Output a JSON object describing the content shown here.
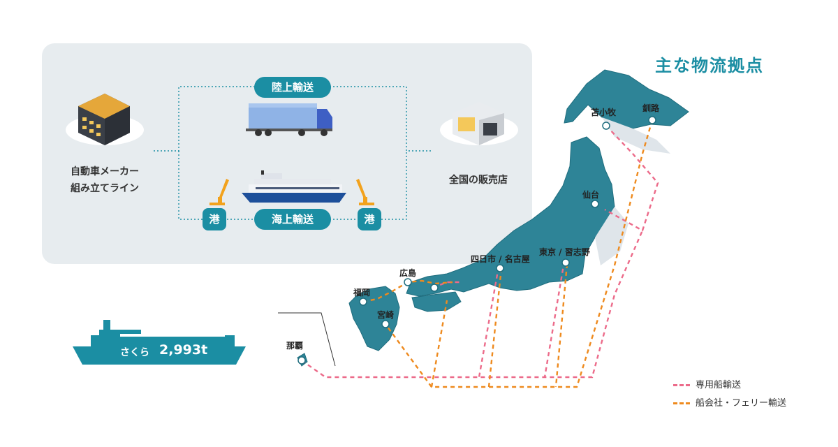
{
  "diagram": {
    "flow": {
      "land_label": "陸上輸送",
      "sea_label": "海上輸送",
      "port_label": "港",
      "maker_label_line1": "自動車メーカー",
      "maker_label_line2": "組み立てライン",
      "dealer_label": "全国の販売店"
    },
    "map": {
      "title": "主な物流拠点",
      "cities": [
        "苫小牧",
        "釧路",
        "仙台",
        "東京 / 習志野",
        "四日市 / 名古屋",
        "広島",
        "福岡",
        "宮崎",
        "那覇"
      ]
    },
    "ship": {
      "name": "さくら",
      "tonnage": "2,993t"
    },
    "legend": [
      {
        "label": "専用船輸送",
        "color": "#ec6b8a"
      },
      {
        "label": "船会社・フェリー輸送",
        "color": "#ee8a1e"
      }
    ]
  }
}
